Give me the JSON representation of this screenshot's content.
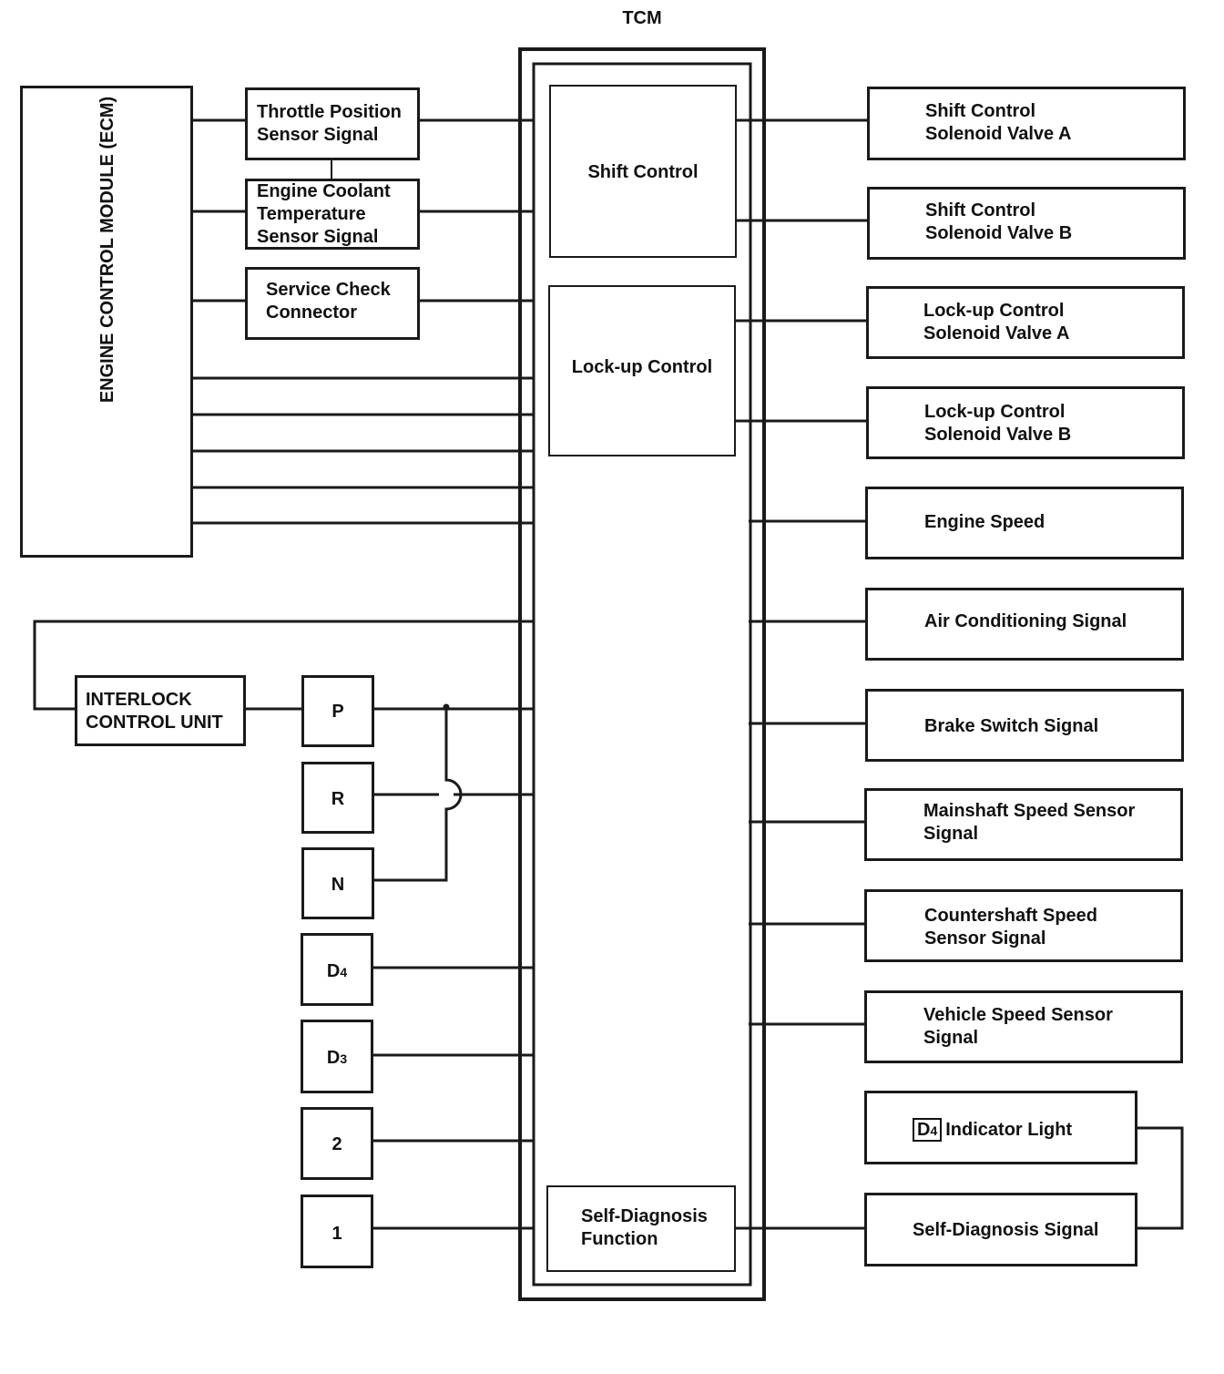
{
  "tcm": {
    "title": "TCM",
    "shift_control": "Shift Control",
    "lockup_control": "Lock-up Control",
    "self_diagnosis_function": "Self-Diagnosis\nFunction"
  },
  "ecm": {
    "label": "ENGINE CONTROL MODULE (ECM)"
  },
  "inputs_left": {
    "throttle": "Throttle Position\nSensor Signal",
    "coolant": "Engine Coolant\nTemperature\nSensor Signal",
    "service_check": "Service Check\nConnector"
  },
  "interlock": {
    "label": "INTERLOCK\nCONTROL UNIT"
  },
  "gear_positions": {
    "p": "P",
    "r": "R",
    "n": "N",
    "d4_letter": "D",
    "d4_sub": "4",
    "d3_letter": "D",
    "d3_sub": "3",
    "two": "2",
    "one": "1"
  },
  "right_boxes": {
    "shift_valve_a": "Shift Control\nSolenoid Valve A",
    "shift_valve_b": "Shift Control\nSolenoid Valve B",
    "lockup_valve_a": "Lock-up Control\nSolenoid Valve A",
    "lockup_valve_b": "Lock-up Control\nSolenoid Valve B",
    "engine_speed": "Engine Speed",
    "air_conditioning": "Air Conditioning Signal",
    "brake_switch": "Brake Switch Signal",
    "mainshaft_speed": "Mainshaft Speed Sensor\nSignal",
    "countershaft_speed": "Countershaft Speed\nSensor Signal",
    "vehicle_speed": "Vehicle Speed Sensor\nSignal",
    "d4_indicator_badge_letter": "D",
    "d4_indicator_badge_sub": "4",
    "d4_indicator_text": "Indicator Light",
    "self_diagnosis_signal": "Self-Diagnosis Signal"
  }
}
